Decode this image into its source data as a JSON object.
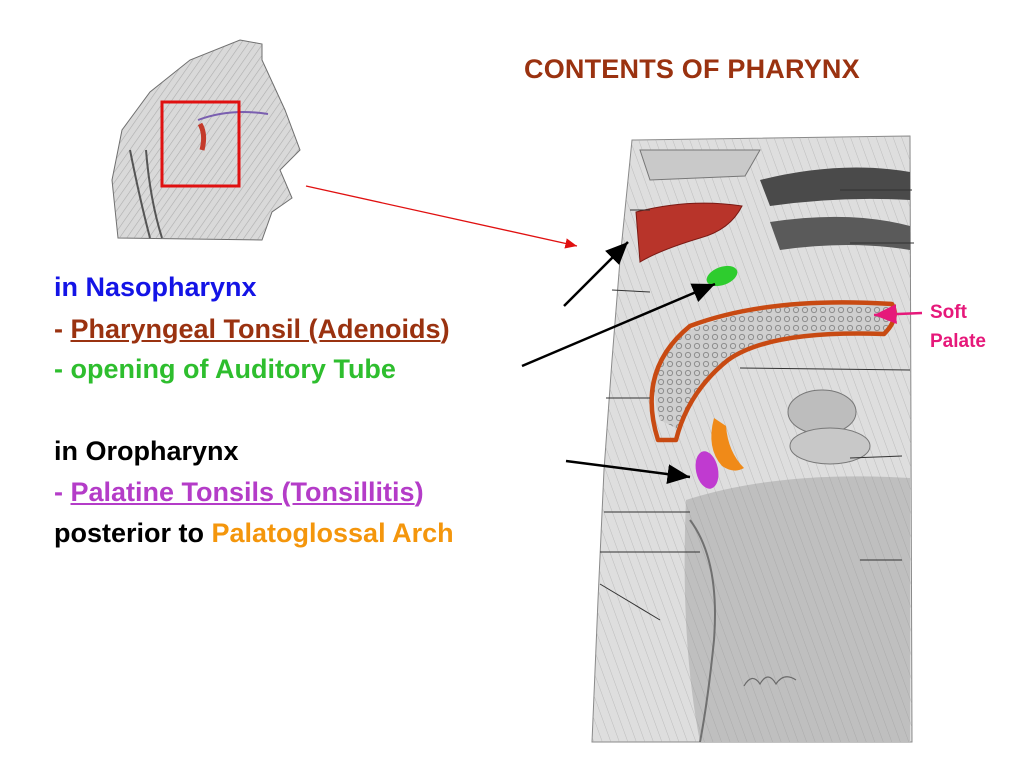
{
  "title": "CONTENTS OF PHARYNX",
  "text": {
    "naso_heading": "in Nasopharynx",
    "dash1": "- ",
    "adenoids": "Pharyngeal Tonsil (Adenoids",
    "adenoids_close": ")",
    "auditory": "- opening of Auditory Tube",
    "oro_heading": "in Oropharynx",
    "dash2": "- ",
    "palatine": "Palatine Tonsils (Tonsillitis",
    "palatine_close": ")",
    "posterior": "posterior to ",
    "arch": "Palatoglossal Arch"
  },
  "soft_palate": {
    "line1": "Soft",
    "line2": "Palate"
  },
  "colors": {
    "title": "#9a3210",
    "nasopharynx": "#1414e6",
    "adenoids": "#9a3210",
    "auditory_tube": "#2ebe2e",
    "palatine_tonsil": "#b43cc8",
    "palatoglossal_arch": "#f4960c",
    "soft_palate": "#e6187a",
    "pointer_red": "#e01010",
    "outline": "#c84a12"
  }
}
